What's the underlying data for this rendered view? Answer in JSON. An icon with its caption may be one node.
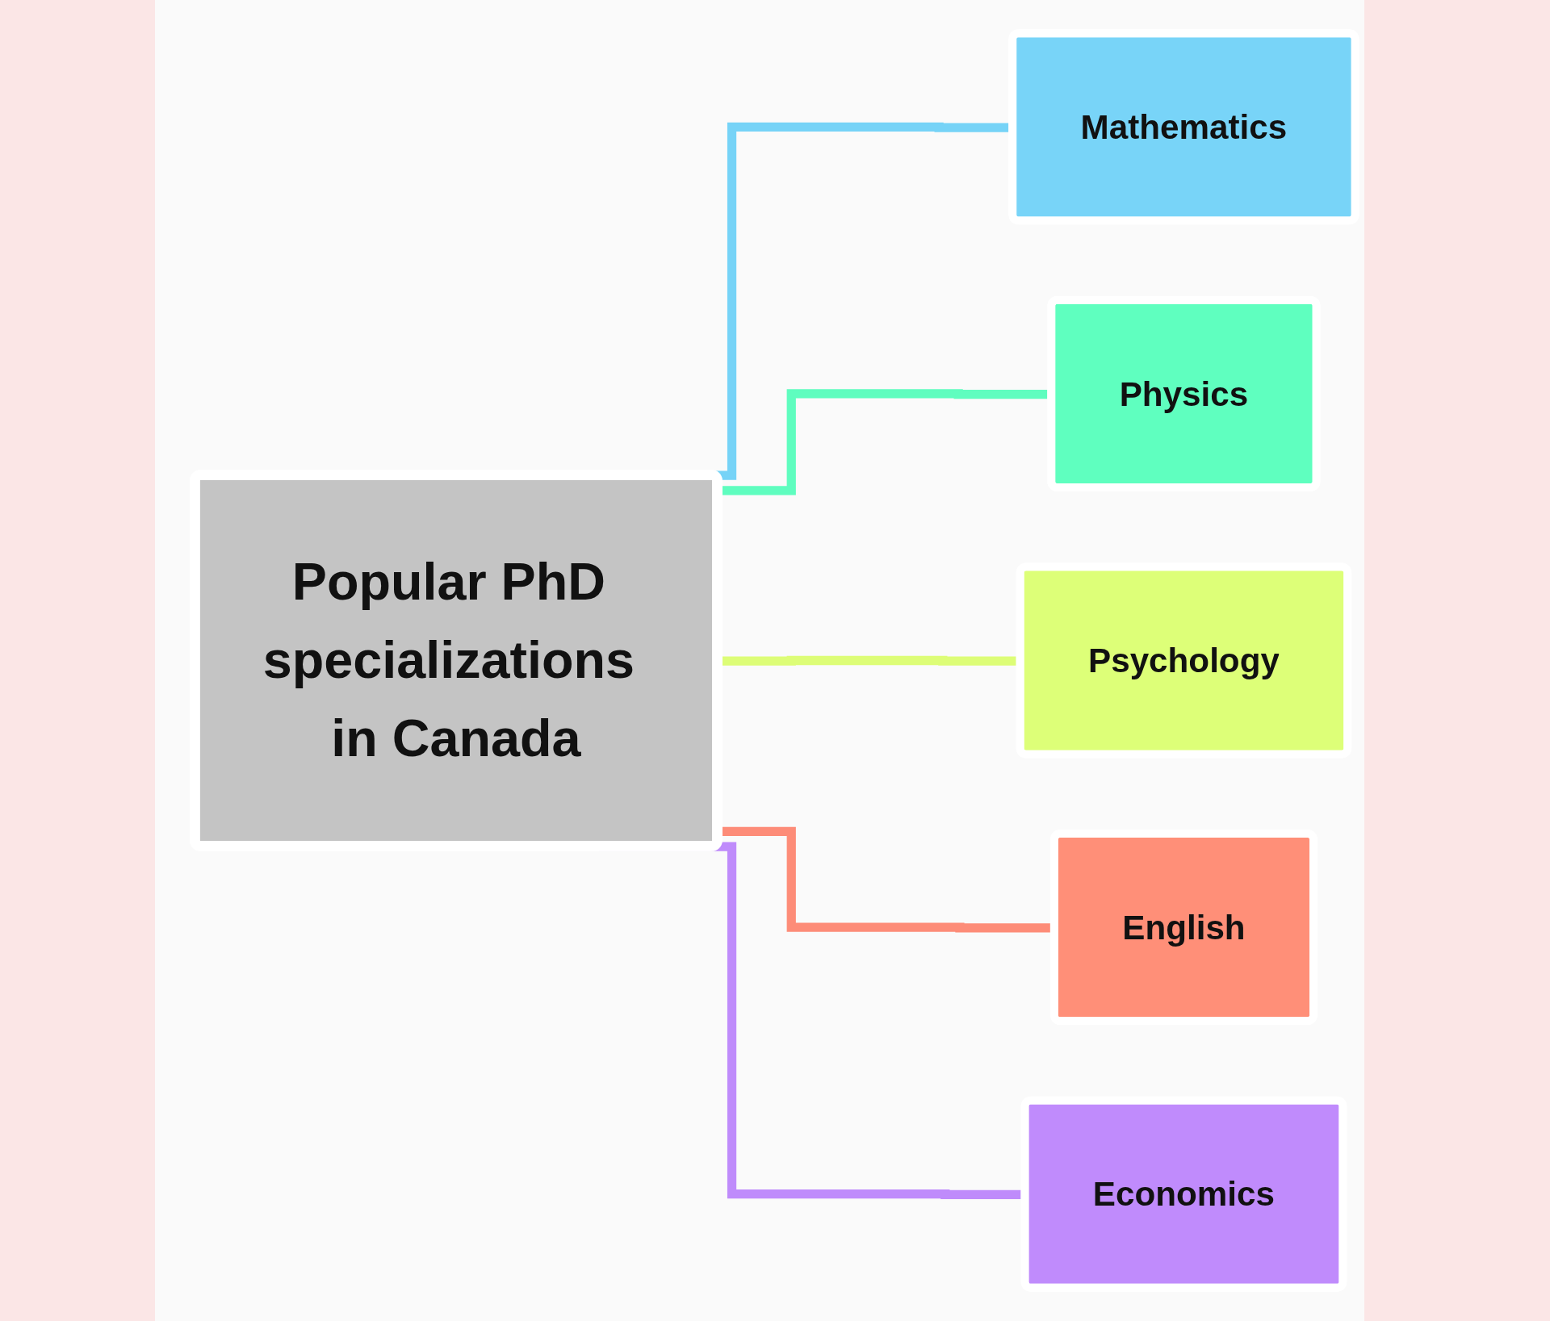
{
  "diagram": {
    "nodes": [
      {
        "text": [
          "Mathematics"
        ]
      },
      {
        "text": [
          "Physics"
        ]
      },
      {
        "text": [
          "Popular PhD specializations in Canada"
        ]
      },
      {
        "text": [
          "Psychology"
        ]
      },
      {
        "text": [
          "English"
        ]
      },
      {
        "text": [
          "Economics"
        ]
      }
    ],
    "edges": [
      {
        "from": 2,
        "to": 0,
        "arrow": "none",
        "color": "#76d3f7"
      },
      {
        "from": 2,
        "to": 1,
        "arrow": "none",
        "color": "#5ffdbf"
      },
      {
        "from": 2,
        "to": 3,
        "arrow": "none",
        "color": "#ddfd77"
      },
      {
        "from": 2,
        "to": 4,
        "arrow": "none",
        "color": "#fd8c78"
      },
      {
        "from": 2,
        "to": 5,
        "arrow": "none",
        "color": "#bf8bfb"
      }
    ]
  }
}
